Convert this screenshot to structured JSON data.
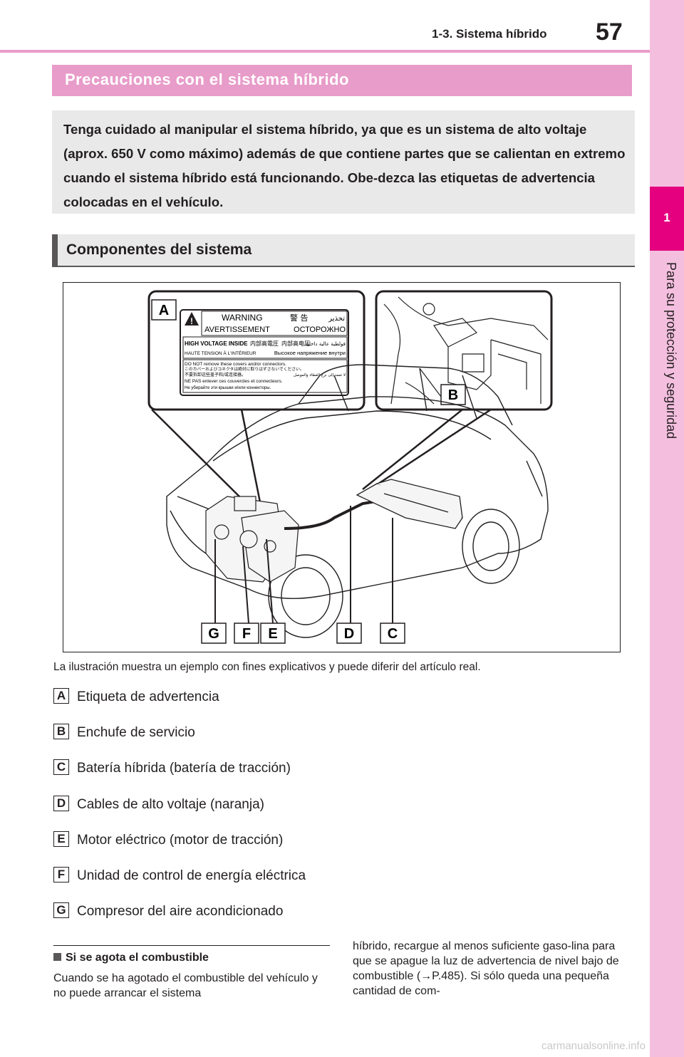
{
  "header": {
    "section": "1-3. Sistema híbrido",
    "page_number": "57"
  },
  "sidebar": {
    "chapter_number": "1",
    "chapter_title": "Para su protección y seguridad"
  },
  "banner": {
    "title": "Precauciones con el sistema híbrido"
  },
  "intro": {
    "text": "Tenga cuidado al manipular el sistema híbrido, ya que es un sistema de alto voltaje (aprox. 650 V como máximo) además de que contiene partes que se calientan en extremo cuando el sistema híbrido está funcionando. Obe-dezca las etiquetas de advertencia colocadas en el vehículo."
  },
  "components": {
    "title": "Componentes del sistema",
    "callouts": [
      "A",
      "B",
      "C",
      "D",
      "E",
      "F",
      "G"
    ],
    "warning_label": {
      "line1": "WARNING",
      "line1_jp": "警 告",
      "line1_ar": "تحذير",
      "line2": "AVERTISSEMENT",
      "line2_ru": "ОСТОРОЖНО",
      "hv_inside": "HIGH VOLTAGE INSIDE",
      "hv_jp": "内部高電圧",
      "hv_cn": "内部高电压",
      "hv_ar": "فولطية عالية داخلية",
      "hv_fr": "HAUTE TENSION À L'INTÉRIEUR",
      "hv_ru": "Высокое напряжение внутри",
      "en": "DO NOT remove these covers and/or connectors.",
      "jp": "このカバーおよびコネクタは絶対に取りはずさないでください。",
      "cn": "不要拆卸这些盖子和/或连接器。",
      "ar": "لا تعمد إلى نزع الغطاء والموصل",
      "fr": "NE PAS enlever ces couvercles et connecteurs.",
      "ru": "Не убирайте эти крышки и/или коннекторы."
    },
    "caption": "La ilustración muestra un ejemplo con fines explicativos y puede diferir del artículo real.",
    "legend": [
      {
        "letter": "A",
        "text": "Etiqueta de advertencia"
      },
      {
        "letter": "B",
        "text": "Enchufe de servicio"
      },
      {
        "letter": "C",
        "text": "Batería híbrida (batería de tracción)"
      },
      {
        "letter": "D",
        "text": "Cables de alto voltaje (naranja)"
      },
      {
        "letter": "E",
        "text": "Motor eléctrico (motor de tracción)"
      },
      {
        "letter": "F",
        "text": "Unidad de control de energía eléctrica"
      },
      {
        "letter": "G",
        "text": "Compresor del aire acondicionado"
      }
    ]
  },
  "note": {
    "title": "Si se agota el combustible",
    "text_left": "Cuando se ha agotado el combustible del vehículo y no puede arrancar el sistema",
    "text_right": "híbrido, recargue al menos suficiente gaso-lina para que se apague la luz de advertencia de nivel bajo de combustible (→P.485). Si sólo queda una pequeña cantidad de com-"
  },
  "watermark": "carmanualsonline.info",
  "colors": {
    "accent": "#e4007f",
    "accent_light": "#e89cc9",
    "sidebar": "#f4bfdf",
    "box_gray": "#e9e9ea"
  }
}
